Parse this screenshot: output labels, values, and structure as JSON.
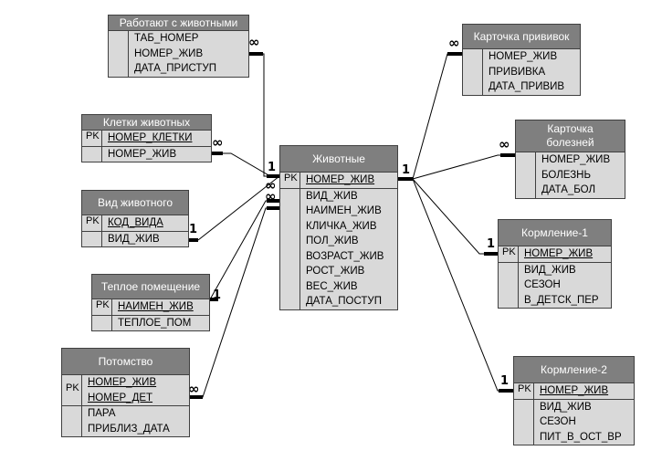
{
  "entities": {
    "rabotayut": {
      "title": "Работают  с животными",
      "pk": [],
      "attrs": [
        "ТАБ_НОМЕР",
        "НОМЕР_ЖИВ",
        "ДАТА_ПРИСТУП"
      ]
    },
    "kletki": {
      "title": "Клетки животных",
      "pk_label": "PK",
      "pk": [
        "НОМЕР_КЛЕТКИ"
      ],
      "attrs": [
        "НОМЕР_ЖИВ"
      ]
    },
    "vid": {
      "title": "Вид животного",
      "pk_label": "PK",
      "pk": [
        "КОД_ВИДА"
      ],
      "attrs": [
        "ВИД_ЖИВ"
      ]
    },
    "teploe": {
      "title": "Теплое помещение",
      "pk_label": "PK",
      "pk": [
        "НАИМЕН_ЖИВ"
      ],
      "attrs": [
        "ТЕПЛОЕ_ПОМ"
      ]
    },
    "potomstvo": {
      "title": "Потомство",
      "pk_label": "PK",
      "pk": [
        "НОМЕР_ЖИВ",
        "НОМЕР_ДЕТ"
      ],
      "attrs": [
        "ПАРА",
        "ПРИБЛИЗ_ДАТА"
      ]
    },
    "zhivotnye": {
      "title": "Животные",
      "pk_label": "PK",
      "pk": [
        "НОМЕР_ЖИВ"
      ],
      "attrs": [
        "ВИД_ЖИВ",
        "НАИМЕН_ЖИВ",
        "КЛИЧКА_ЖИВ",
        "ПОЛ_ЖИВ",
        "ВОЗРАСТ_ЖИВ",
        "РОСТ_ЖИВ",
        "ВЕС_ЖИВ",
        "ДАТА_ПОСТУП"
      ]
    },
    "privivki": {
      "title": "Карточка прививок",
      "pk": [],
      "attrs": [
        "НОМЕР_ЖИВ",
        "ПРИВИВКА",
        "ДАТА_ПРИВИВ"
      ]
    },
    "bolezni": {
      "title": "Карточка болезней",
      "pk": [],
      "attrs": [
        "НОМЕР_ЖИВ",
        "БОЛЕЗНЬ",
        "ДАТА_БОЛ"
      ]
    },
    "kormlenie1": {
      "title": "Кормление-1",
      "pk_label": "PK",
      "pk": [
        "НОМЕР_ЖИВ"
      ],
      "attrs": [
        "ВИД_ЖИВ",
        "СЕЗОН",
        "В_ДЕТСК_ПЕР"
      ]
    },
    "kormlenie2": {
      "title": "Кормление-2",
      "pk_label": "PK",
      "pk": [
        "НОМЕР_ЖИВ"
      ],
      "attrs": [
        "ВИД_ЖИВ",
        "СЕЗОН",
        "ПИТ_В_ОСТ_ВР"
      ]
    }
  },
  "cardinality": {
    "one": "1",
    "many": "∞"
  }
}
